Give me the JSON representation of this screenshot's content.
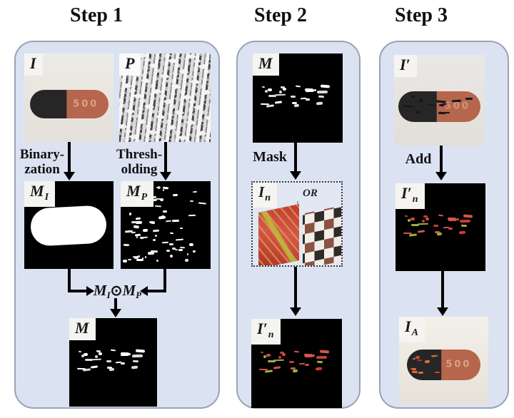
{
  "headers": {
    "step1": "Step 1",
    "step2": "Step 2",
    "step3": "Step 3"
  },
  "colors": {
    "panel_bg": "#dbe3f2",
    "panel_border": "#9aa3b4",
    "mask_bg": "#000000",
    "capsule_dark": "#262627",
    "capsule_body": "#b5664c",
    "pill_imprint": "#d8a488",
    "mark_red": "#cd4a3e",
    "speckle_white": "#ffffff"
  },
  "step1": {
    "chip_i": "I",
    "chip_p": "P",
    "chip_mi_main": "M",
    "chip_mi_sub": "I",
    "chip_mp_main": "M",
    "chip_mp_sub": "P",
    "chip_m": "M",
    "binarization_line1": "Binary-",
    "binarization_line2": "zation",
    "thresholding_line1": "Thresh-",
    "thresholding_line2": "olding",
    "op_m1": "M",
    "op_s1": "I",
    "op_symbol": "⊙",
    "op_m2": "M",
    "op_s2": "P",
    "pill_text": "500"
  },
  "step2": {
    "chip_m": "M",
    "mask_label": "Mask",
    "chip_in_main": "I",
    "chip_in_sub": "n",
    "or_label": "OR",
    "chip_out_main": "I′",
    "chip_out_sub": "n"
  },
  "step3": {
    "chip_ip": "I′",
    "add_label": "Add",
    "chip_mid_main": "I′",
    "chip_mid_sub": "n",
    "chip_out_main": "I",
    "chip_out_sub": "A",
    "pill_text": "500"
  }
}
